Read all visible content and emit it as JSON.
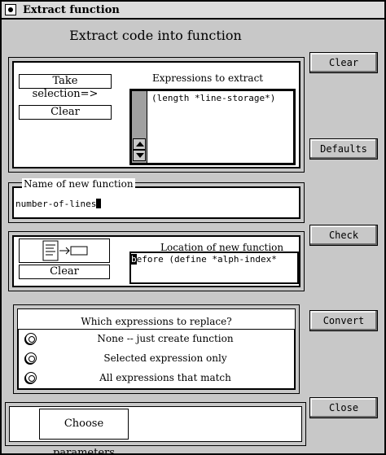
{
  "window": {
    "title": "Extract function"
  },
  "heading": "Extract code into function",
  "buttons": {
    "clear": "Clear",
    "defaults": "Defaults",
    "check": "Check",
    "convert": "Convert",
    "close": "Close"
  },
  "expressions": {
    "take_selection": "Take selection=>",
    "clear": "Clear",
    "label": "Expressions to extract",
    "value": "(length *line-storage*)"
  },
  "name_section": {
    "label": "Name of new function",
    "value": "number-of-lines"
  },
  "location": {
    "clear": "Clear",
    "label": "Location of new function",
    "cursor_char": "b",
    "value": "efore (define *alph-index*"
  },
  "replace": {
    "label": "Which expressions to replace?",
    "options": [
      "None -- just create function",
      "Selected expression only",
      "All expressions that match"
    ]
  },
  "parameters": {
    "button": "Choose parameters"
  },
  "colors": {
    "background": "#c8c8c8",
    "field": "#ffffff",
    "border": "#000000"
  }
}
